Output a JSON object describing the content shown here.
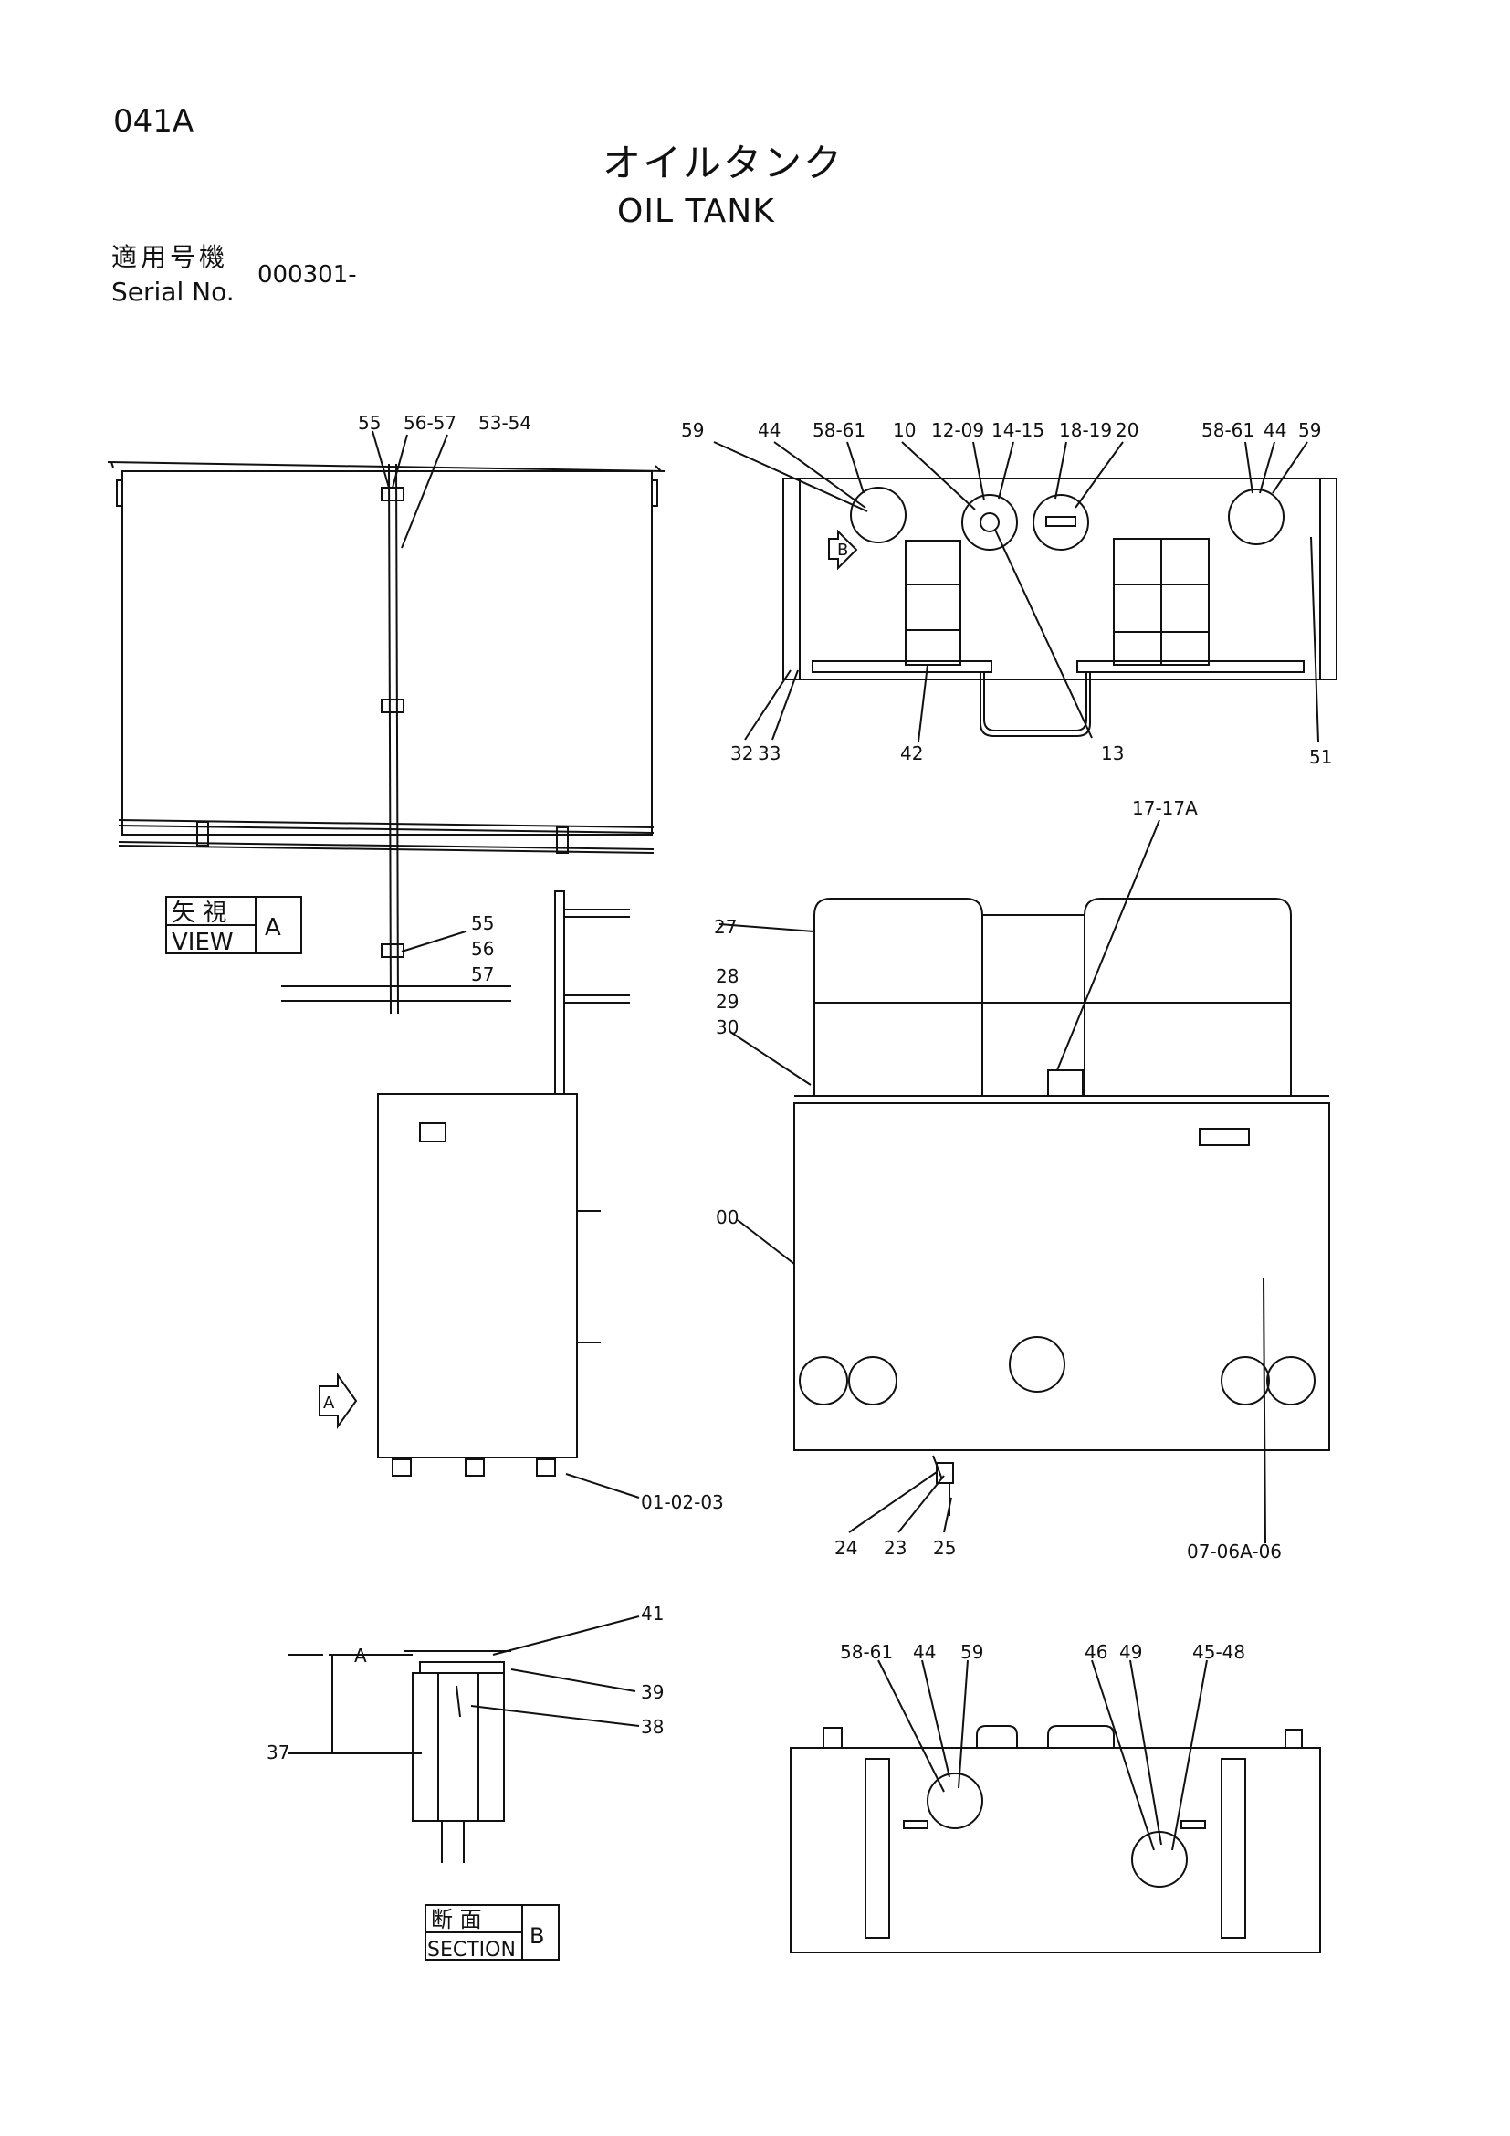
{
  "header": {
    "sheet_code": "041A",
    "title_jp": "オイルタンク",
    "title_en": "OIL TANK",
    "serial_label_jp": "適用号機",
    "serial_label_en": "Serial No.",
    "serial_value": "000301-"
  },
  "view_labels": {
    "view_a_jp": "矢 視",
    "view_a_en": "VIEW",
    "view_a_letter": "A",
    "section_b_jp": "断 面",
    "section_b_en": "SECTION",
    "section_b_letter": "B",
    "arrow_a": "A",
    "arrow_b": "B",
    "section_mark_a": "A"
  },
  "callouts": {
    "view_a": [
      "55",
      "56-57",
      "53-54",
      "55",
      "56",
      "57"
    ],
    "top_view": [
      "59",
      "44",
      "58-61",
      "10",
      "12-09",
      "14-15",
      "18-19",
      "20",
      "58-61",
      "44",
      "59",
      "32",
      "33",
      "42",
      "13",
      "51"
    ],
    "side_view": [
      "01-02-03"
    ],
    "front_view": [
      "17-17A",
      "27",
      "28",
      "29",
      "30",
      "00",
      "24",
      "23",
      "25",
      "07-06A-06"
    ],
    "section_b": [
      "41",
      "39",
      "38",
      "37"
    ],
    "bottom_view": [
      "58-61",
      "44",
      "59",
      "46",
      "49",
      "45-48"
    ]
  }
}
